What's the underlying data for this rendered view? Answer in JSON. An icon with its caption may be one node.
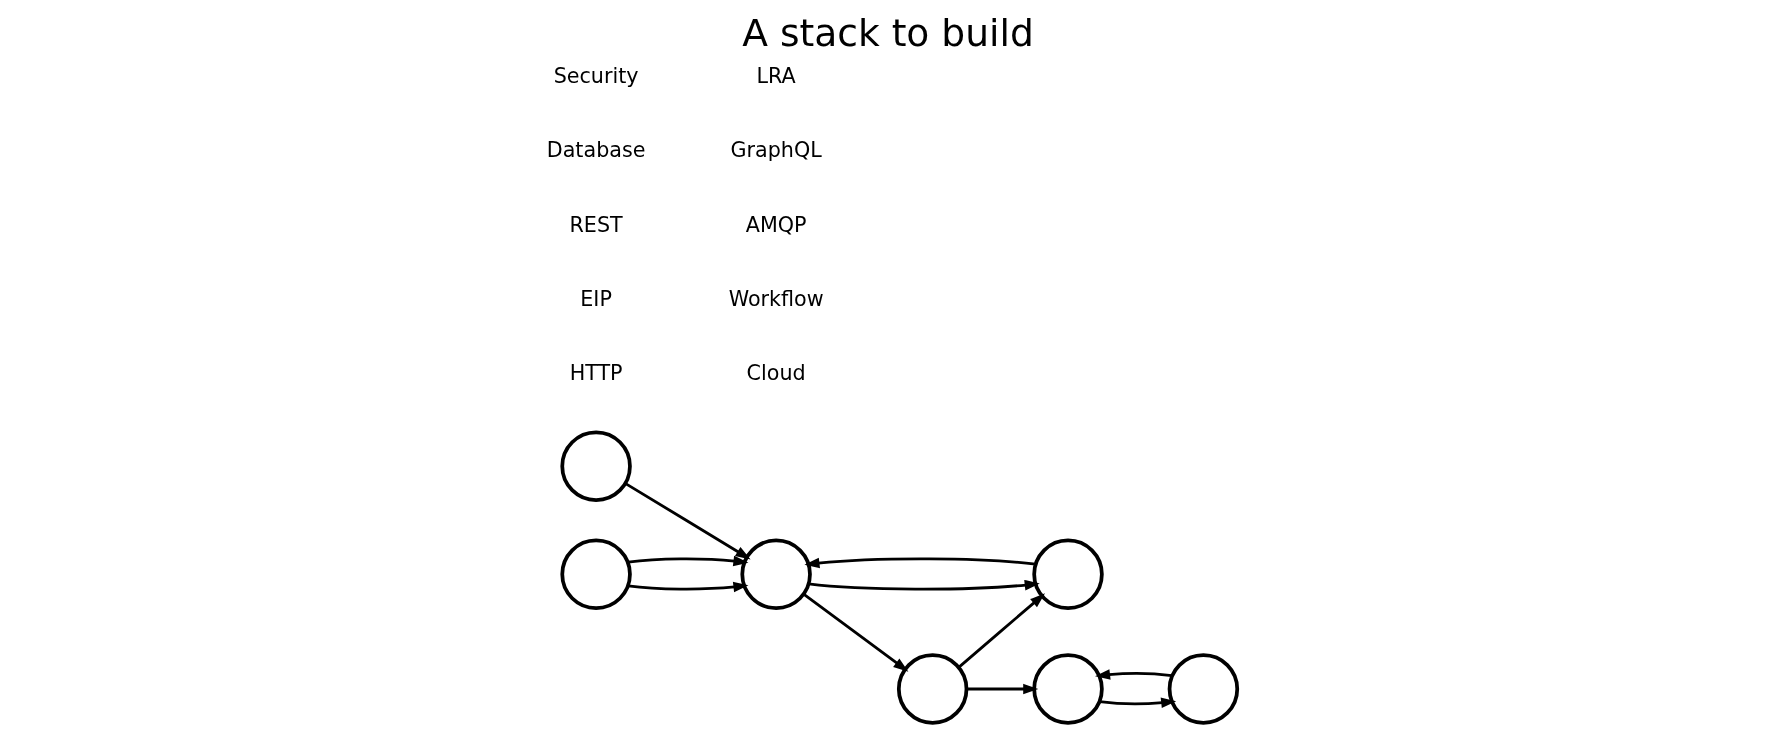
{
  "diagram": {
    "title": "A stack to build",
    "nodes": [
      {
        "text": [],
        "shape": "circle"
      },
      {
        "text": [],
        "shape": "circle"
      },
      {
        "text": [],
        "shape": "circle"
      },
      {
        "text": [],
        "shape": "circle"
      },
      {
        "text": [],
        "shape": "circle"
      },
      {
        "text": [],
        "shape": "circle"
      },
      {
        "text": [],
        "shape": "circle"
      }
    ],
    "edges": [
      {
        "from": 0,
        "to": 2,
        "arrow": "to"
      },
      {
        "from": 1,
        "to": 2,
        "arrow": "to"
      },
      {
        "from": 1,
        "to": 2,
        "arrow": "to"
      },
      {
        "from": 2,
        "to": 3,
        "arrow": "to"
      },
      {
        "from": 3,
        "to": 5,
        "arrow": "to"
      },
      {
        "from": 3,
        "to": 4,
        "arrow": "to"
      },
      {
        "from": 4,
        "to": 2,
        "arrow": "to"
      },
      {
        "from": 2,
        "to": 4,
        "arrow": "to"
      },
      {
        "from": 5,
        "to": 6,
        "arrow": "to"
      },
      {
        "from": 6,
        "to": 5,
        "arrow": "to"
      }
    ],
    "labels": [
      "HTTP",
      "Cloud",
      "EIP",
      "Workflow",
      "REST",
      "AMQP",
      "Database",
      "GraphQL",
      "Security",
      "LRA"
    ]
  }
}
